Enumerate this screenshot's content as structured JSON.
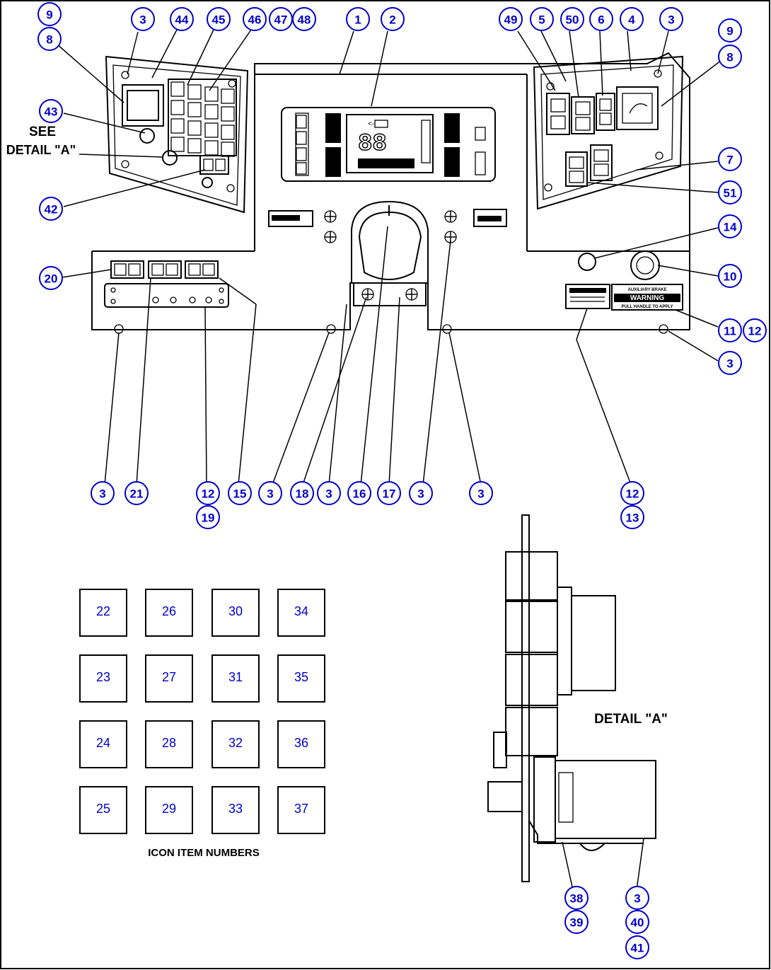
{
  "captions": {
    "see": "SEE",
    "detail_a": "DETAIL \"A\"",
    "detail_a_title": "DETAIL \"A\"",
    "icon_item_numbers": "ICON ITEM NUMBERS",
    "warning_label": "WARNING",
    "aux_brake": "AUXILIARY BRAKE",
    "pull_handle": "PULL HANDLE TO APPLY"
  },
  "callouts": [
    {
      "label": "9"
    },
    {
      "label": "8"
    },
    {
      "label": "3"
    },
    {
      "label": "44"
    },
    {
      "label": "45"
    },
    {
      "label": "46"
    },
    {
      "label": "47"
    },
    {
      "label": "48"
    },
    {
      "label": "1"
    },
    {
      "label": "2"
    },
    {
      "label": "49"
    },
    {
      "label": "5"
    },
    {
      "label": "50"
    },
    {
      "label": "6"
    },
    {
      "label": "4"
    },
    {
      "label": "3"
    },
    {
      "label": "9"
    },
    {
      "label": "8"
    },
    {
      "label": "43"
    },
    {
      "label": "7"
    },
    {
      "label": "51"
    },
    {
      "label": "42"
    },
    {
      "label": "14"
    },
    {
      "label": "20"
    },
    {
      "label": "10"
    },
    {
      "label": "11"
    },
    {
      "label": "12"
    },
    {
      "label": "3"
    },
    {
      "label": "3"
    },
    {
      "label": "21"
    },
    {
      "label": "12"
    },
    {
      "label": "19"
    },
    {
      "label": "15"
    },
    {
      "label": "3"
    },
    {
      "label": "18"
    },
    {
      "label": "3"
    },
    {
      "label": "16"
    },
    {
      "label": "17"
    },
    {
      "label": "3"
    },
    {
      "label": "3"
    },
    {
      "label": "12"
    },
    {
      "label": "13"
    },
    {
      "label": "38"
    },
    {
      "label": "39"
    },
    {
      "label": "3"
    },
    {
      "label": "40"
    },
    {
      "label": "41"
    }
  ],
  "icon_boxes": [
    {
      "label": "22"
    },
    {
      "label": "26"
    },
    {
      "label": "30"
    },
    {
      "label": "34"
    },
    {
      "label": "23"
    },
    {
      "label": "27"
    },
    {
      "label": "31"
    },
    {
      "label": "35"
    },
    {
      "label": "24"
    },
    {
      "label": "28"
    },
    {
      "label": "32"
    },
    {
      "label": "36"
    },
    {
      "label": "25"
    },
    {
      "label": "29"
    },
    {
      "label": "33"
    },
    {
      "label": "37"
    }
  ],
  "colors": {
    "callout": "#0000cc",
    "ink": "#000000"
  }
}
